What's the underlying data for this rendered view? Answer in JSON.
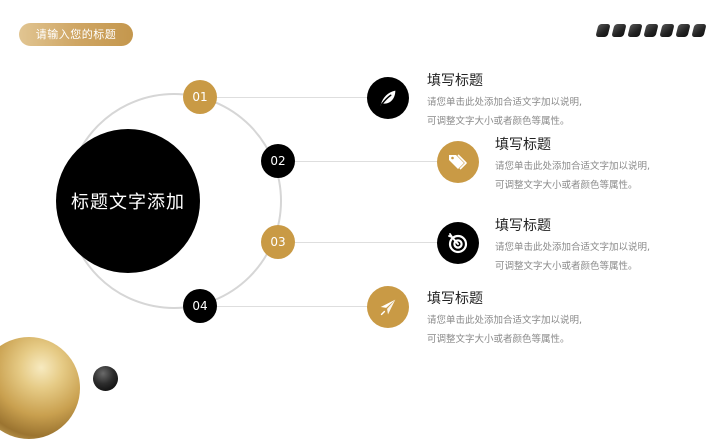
{
  "header": {
    "title_pill": "请输入您的标题"
  },
  "hub": {
    "label": "标题文字添加"
  },
  "colors": {
    "gold": "#c99a45",
    "black": "#000000",
    "ring": "#d6d6d6",
    "desc_text": "#8a8a8a"
  },
  "items": [
    {
      "number": "01",
      "badge_color": "gold",
      "icon": "leaf-icon",
      "icon_color": "black",
      "title": "填写标题",
      "desc_line1": "请您单击此处添加合适文字加以说明,",
      "desc_line2": "可调整文字大小或者颜色等属性。"
    },
    {
      "number": "02",
      "badge_color": "black",
      "icon": "tags-icon",
      "icon_color": "gold",
      "title": "填写标题",
      "desc_line1": "请您单击此处添加合适文字加以说明,",
      "desc_line2": "可调整文字大小或者颜色等属性。"
    },
    {
      "number": "03",
      "badge_color": "gold",
      "icon": "target-icon",
      "icon_color": "black",
      "title": "填写标题",
      "desc_line1": "请您单击此处添加合适文字加以说明,",
      "desc_line2": "可调整文字大小或者颜色等属性。"
    },
    {
      "number": "04",
      "badge_color": "black",
      "icon": "paper-plane-icon",
      "icon_color": "gold",
      "title": "填写标题",
      "desc_line1": "请您单击此处添加合适文字加以说明,",
      "desc_line2": "可调整文字大小或者颜色等属性。"
    }
  ]
}
